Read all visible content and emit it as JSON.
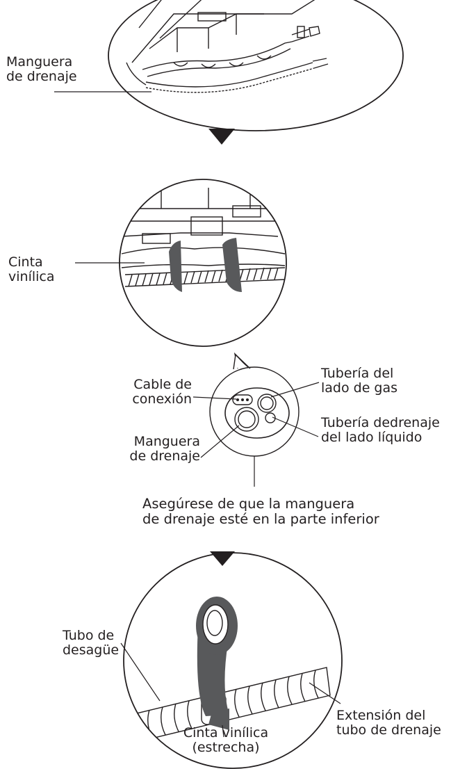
{
  "labels": {
    "step1_drain_hose": [
      "Manguera",
      "de drenaje"
    ],
    "step2_vinyl_tape": [
      "Cinta",
      "vinílica"
    ],
    "xs_connection_cable": [
      "Cable de",
      "conexión"
    ],
    "xs_drain_hose": [
      "Manguera",
      "de drenaje"
    ],
    "xs_gas_pipe": [
      "Tubería del",
      "lado de gas"
    ],
    "xs_liquid_pipe": [
      "Tubería dedrenaje",
      "del lado líquido"
    ],
    "note": [
      "Asegúrese de que la manguera",
      "de drenaje esté en la parte inferior"
    ],
    "step3_drain_pipe": [
      "Tubo de",
      "desagüe"
    ],
    "step3_narrow_tape": [
      "Cinta vinílica",
      "(estrecha)"
    ],
    "step3_extension": [
      "Extensión del",
      "tubo de drenaje"
    ]
  },
  "colors": {
    "ink": "#231f20",
    "tape": "#58595b",
    "fill": "#ffffff"
  },
  "icons": [
    "arrow-down-triangle-icon",
    "arrow-down-triangle-icon"
  ]
}
